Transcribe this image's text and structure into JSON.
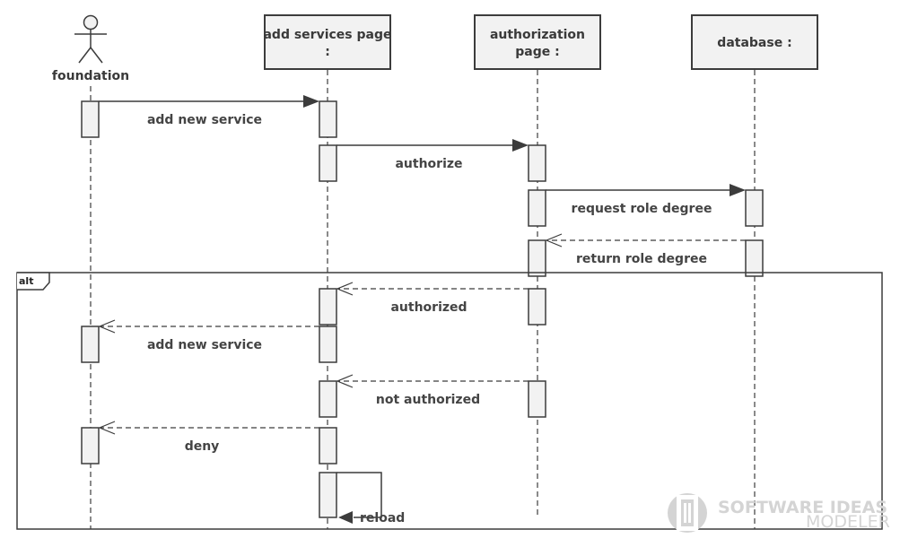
{
  "diagram": {
    "type": "sequence",
    "actor": {
      "label": "foundation"
    },
    "participants": [
      {
        "lines": [
          "add services page",
          ":"
        ]
      },
      {
        "lines": [
          "authorization",
          "page :"
        ]
      },
      {
        "lines": [
          "database :"
        ]
      }
    ],
    "messages": [
      {
        "label": "add new service",
        "kind": "sync"
      },
      {
        "label": "authorize",
        "kind": "sync"
      },
      {
        "label": "request role degree",
        "kind": "sync"
      },
      {
        "label": "return role degree",
        "kind": "return"
      },
      {
        "label": "authorized",
        "kind": "return"
      },
      {
        "label": "add new service",
        "kind": "return"
      },
      {
        "label": "not authorized",
        "kind": "return"
      },
      {
        "label": "deny",
        "kind": "return"
      },
      {
        "label": "reload",
        "kind": "self"
      }
    ],
    "fragment": {
      "label": "alt"
    }
  },
  "watermark": {
    "line1": "SOFTWARE IDEAS",
    "line2": "MODELER"
  },
  "colors": {
    "line": "#3c3c3c",
    "fill": "#f2f2f2",
    "watermark": "#d4d4d4"
  }
}
